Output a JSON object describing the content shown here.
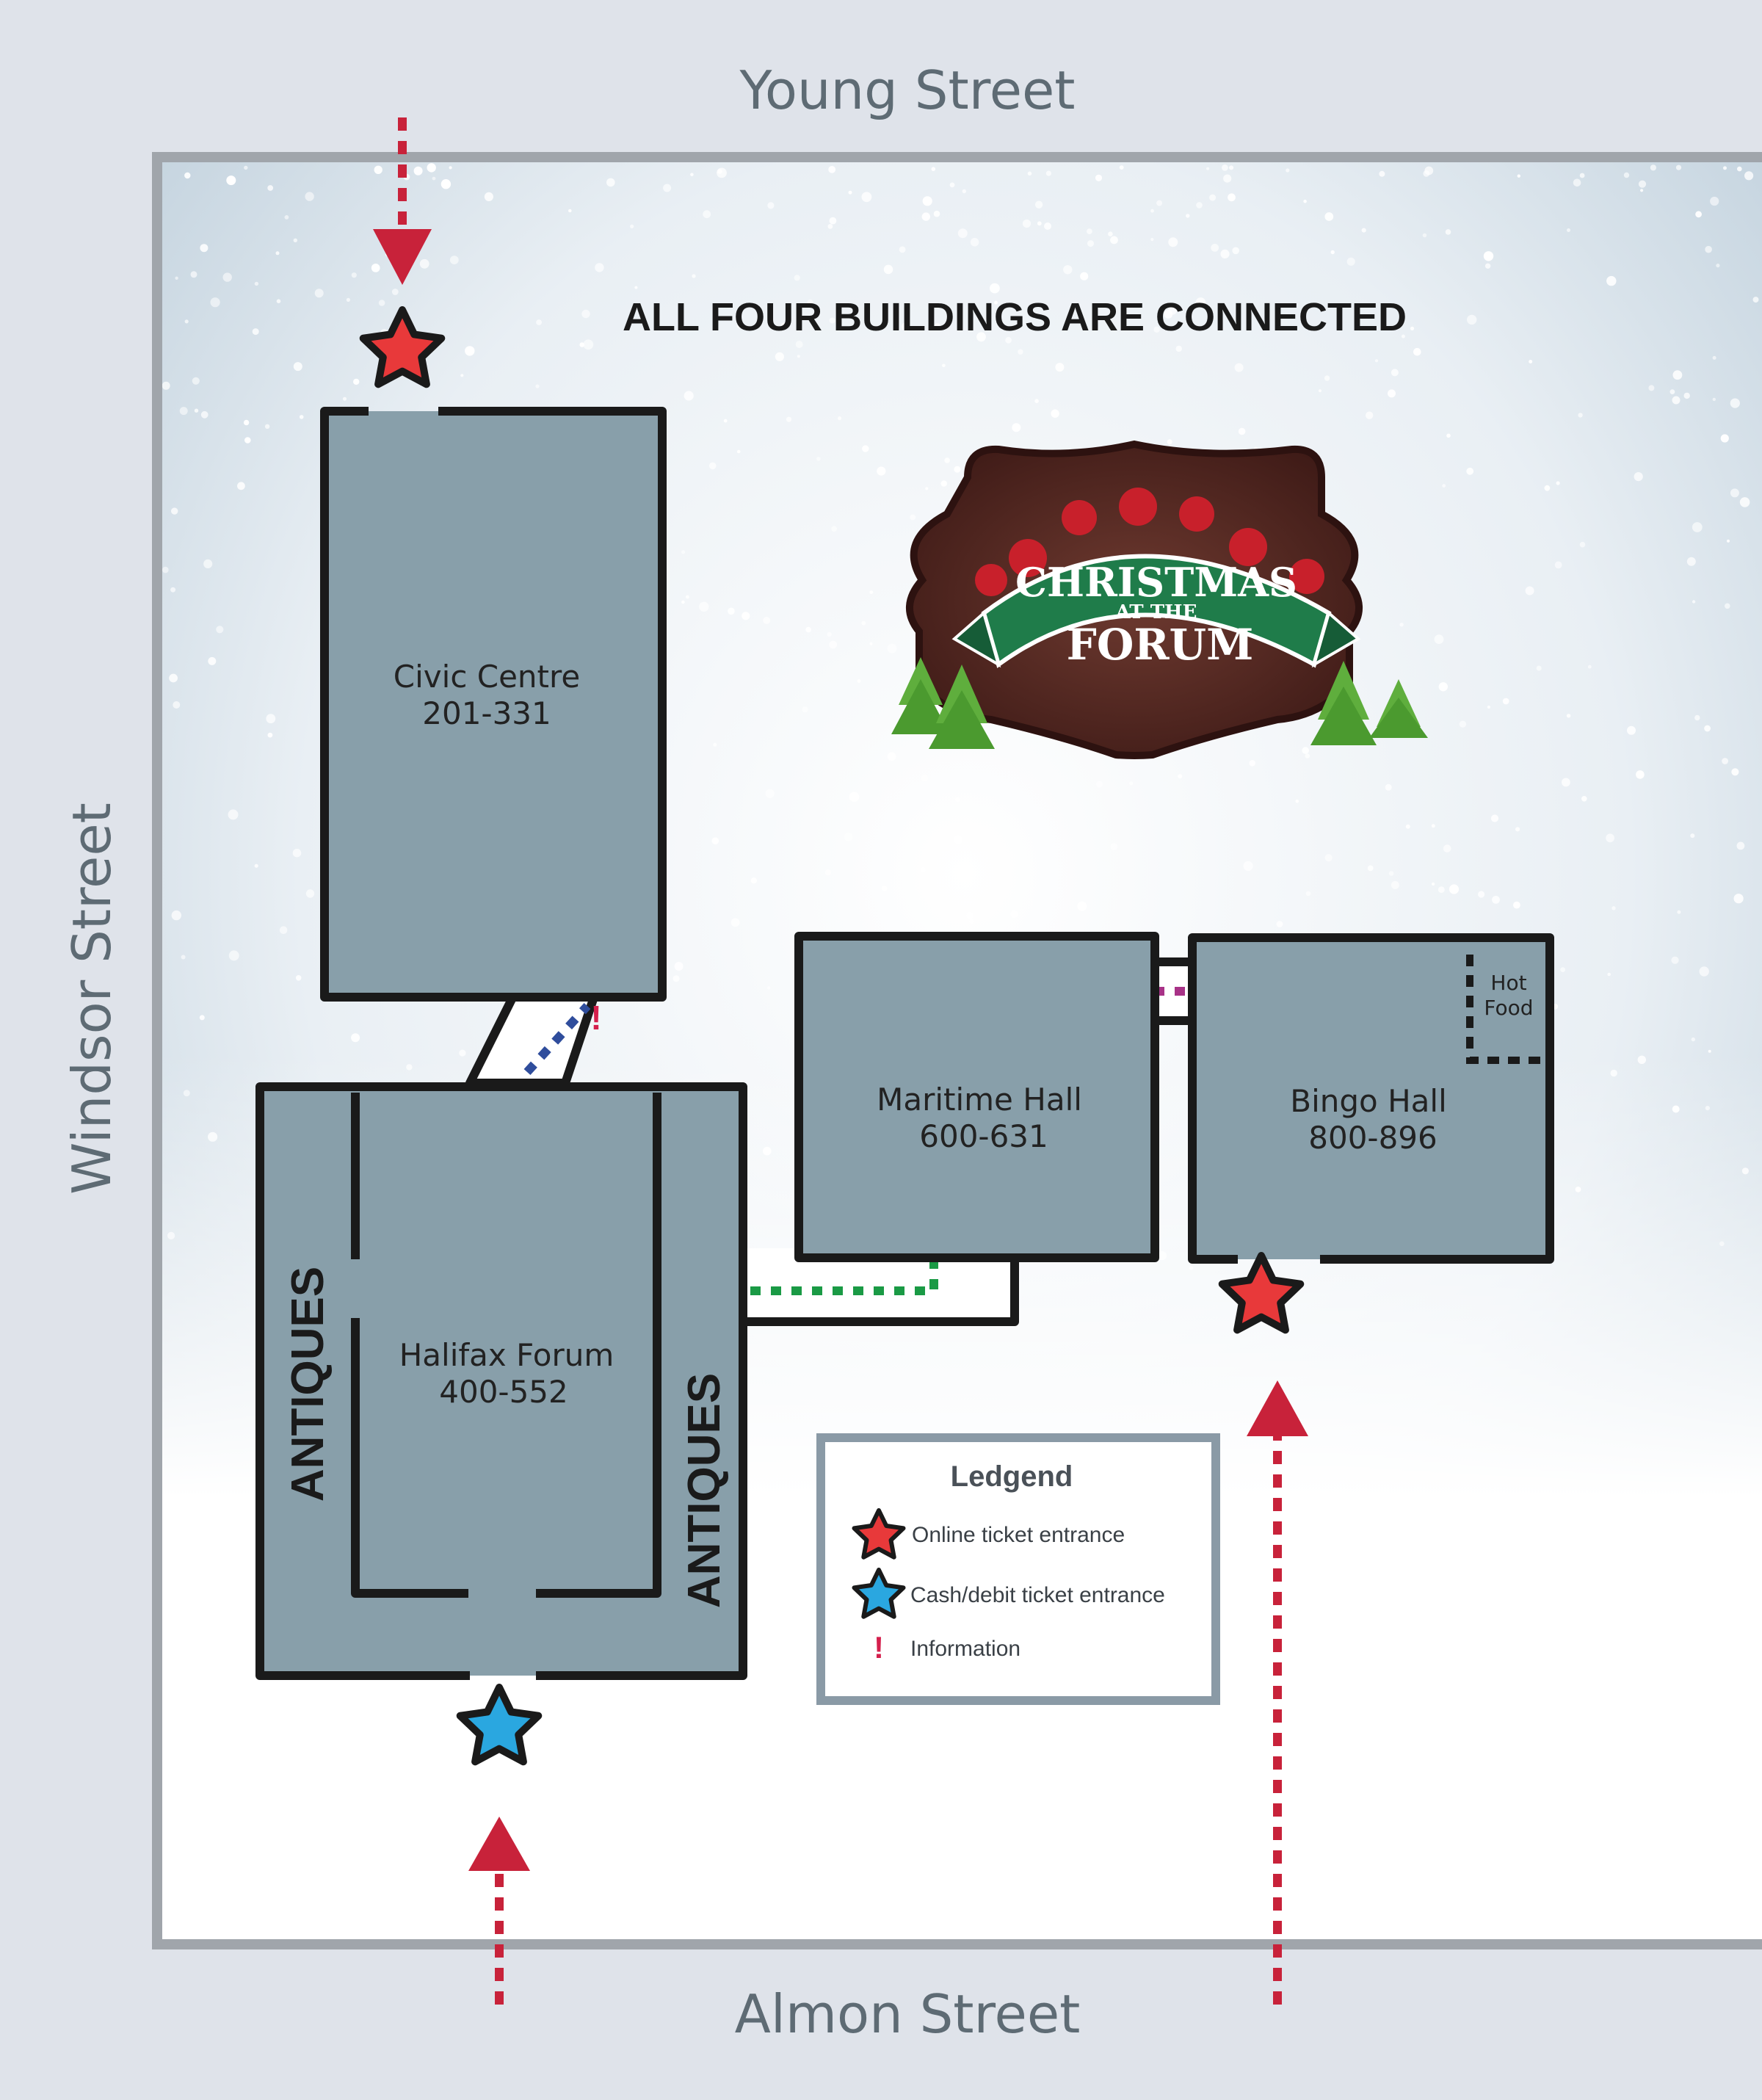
{
  "streets": {
    "north": "Young Street",
    "south": "Almon Street",
    "west": "Windsor Street"
  },
  "headline": "ALL FOUR BUILDINGS ARE CONNECTED",
  "logo": {
    "line1": "CHRISTMAS",
    "line2": "AT THE",
    "line3": "FORUM"
  },
  "buildings": {
    "civic_centre": {
      "name": "Civic Centre",
      "range": "201-331"
    },
    "halifax_forum": {
      "name": "Halifax Forum",
      "range": "400-552"
    },
    "maritime_hall": {
      "name": "Maritime Hall",
      "range": "600-631"
    },
    "bingo_hall": {
      "name": "Bingo Hall",
      "range": "800-896"
    }
  },
  "antiques_label": "ANTIQUES",
  "hot_food": {
    "line1": "Hot",
    "line2": "Food"
  },
  "info_mark": "!",
  "legend": {
    "title": "Ledgend",
    "items": [
      {
        "label": "Online ticket entrance",
        "icon": "red-star-icon"
      },
      {
        "label": "Cash/debit ticket entrance",
        "icon": "blue-star-icon"
      },
      {
        "label": "Information",
        "icon": "exclamation-icon"
      }
    ]
  },
  "colors": {
    "building": "#889faa",
    "outline": "#1a1a1a",
    "online_star": "#e8393a",
    "cash_star": "#2aa7e0",
    "arrow": "#c8223a",
    "path_blue": "#2f4d9c",
    "path_green": "#1a9a45",
    "path_magenta": "#a83287",
    "logo_wood": "#5a2a24",
    "logo_banner": "#1f7c4a"
  }
}
